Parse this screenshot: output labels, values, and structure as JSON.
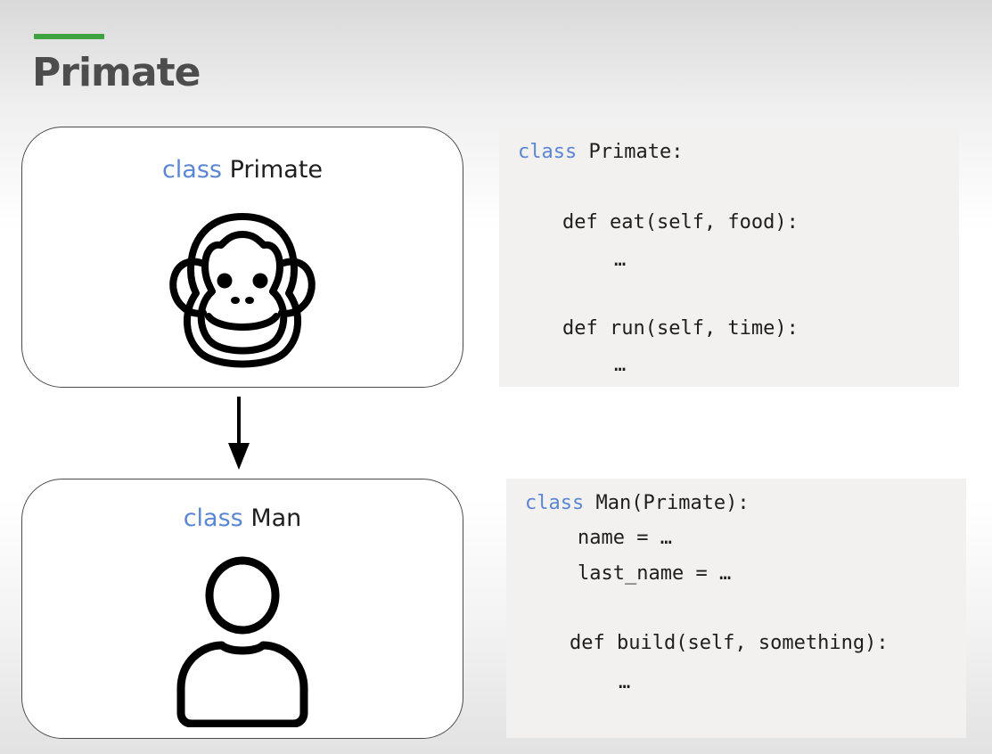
{
  "slide": {
    "title": "Primate",
    "accent_color": "#3da33f"
  },
  "diagram": {
    "nodes": [
      {
        "keyword": "class",
        "name": "Primate",
        "icon": "monkey-face-icon"
      },
      {
        "keyword": "class",
        "name": "Man",
        "icon": "person-icon"
      }
    ],
    "edge": {
      "from": "Primate",
      "to": "Man",
      "style": "arrow-down"
    },
    "keyword_color": "#5b86d6"
  },
  "code": {
    "primate": {
      "line1_kw": "class",
      "line1_rest": " Primate:",
      "line2": "def eat(self, food):",
      "line3": "…",
      "line4": "def run(self, time):",
      "line5": "…"
    },
    "man": {
      "line1_kw": "class",
      "line1_rest": " Man(Primate):",
      "line2": "name = …",
      "line3": "last_name = …",
      "line4": "def build(self, something):",
      "line5": "…"
    }
  }
}
